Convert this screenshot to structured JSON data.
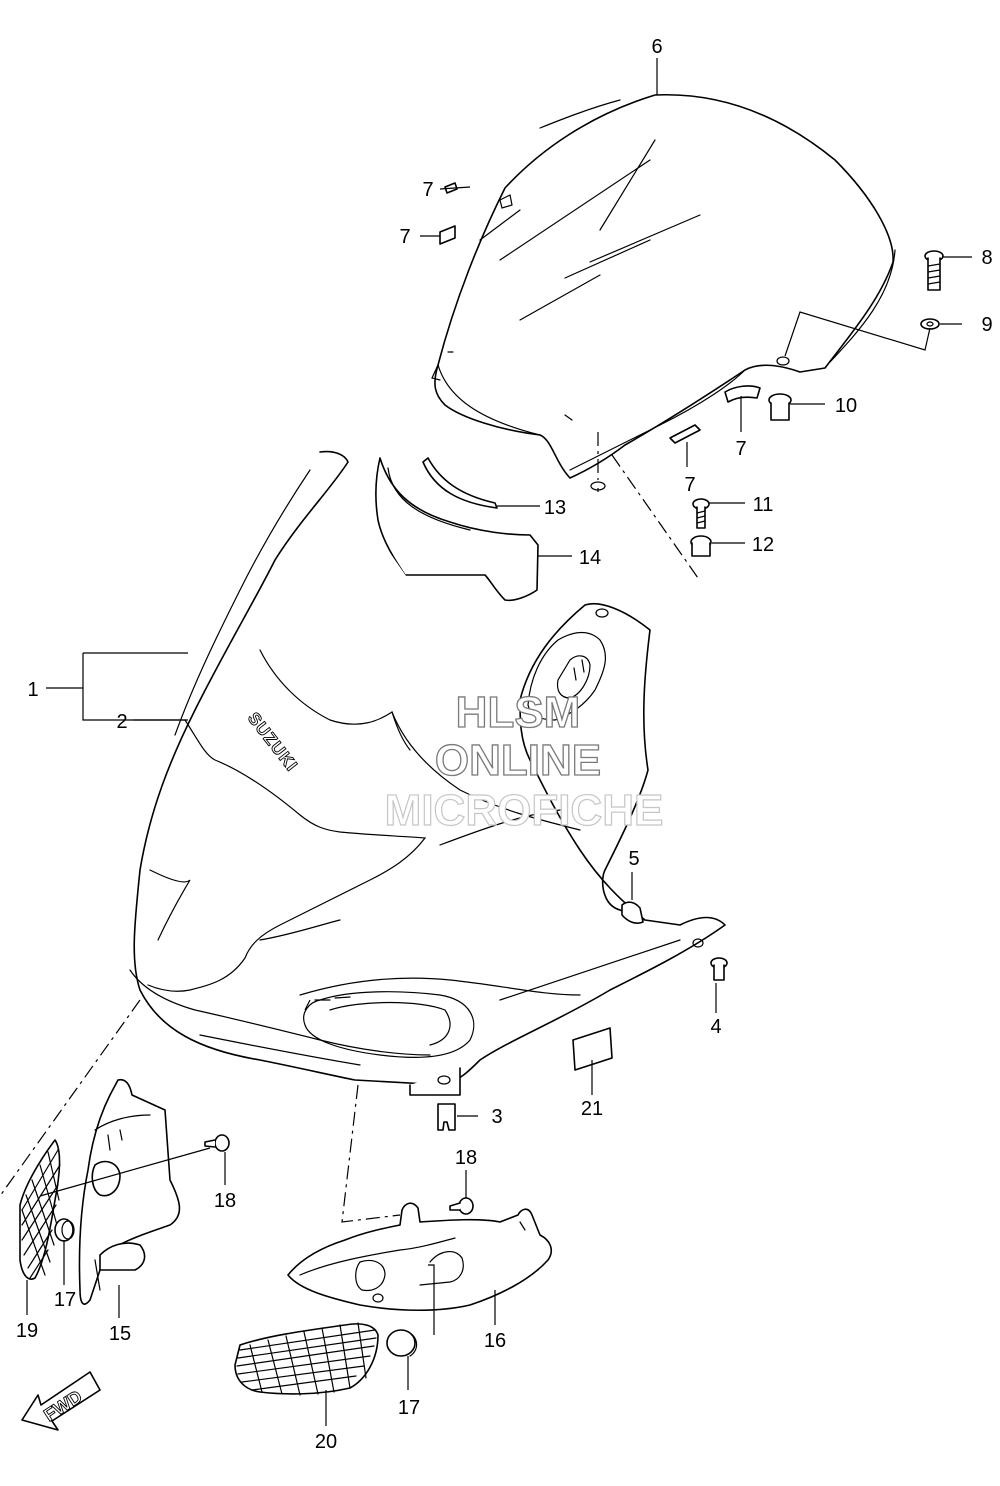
{
  "diagram": {
    "callouts": [
      {
        "id": "c1",
        "text": "1"
      },
      {
        "id": "c2",
        "text": "2"
      },
      {
        "id": "c3",
        "text": "3"
      },
      {
        "id": "c4",
        "text": "4"
      },
      {
        "id": "c5",
        "text": "5"
      },
      {
        "id": "c6",
        "text": "6"
      },
      {
        "id": "c7a",
        "text": "7"
      },
      {
        "id": "c7b",
        "text": "7"
      },
      {
        "id": "c7c",
        "text": "7"
      },
      {
        "id": "c7d",
        "text": "7"
      },
      {
        "id": "c8",
        "text": "8"
      },
      {
        "id": "c9",
        "text": "9"
      },
      {
        "id": "c10",
        "text": "10"
      },
      {
        "id": "c11",
        "text": "11"
      },
      {
        "id": "c12",
        "text": "12"
      },
      {
        "id": "c13",
        "text": "13"
      },
      {
        "id": "c14",
        "text": "14"
      },
      {
        "id": "c15",
        "text": "15"
      },
      {
        "id": "c16",
        "text": "16"
      },
      {
        "id": "c17a",
        "text": "17"
      },
      {
        "id": "c17b",
        "text": "17"
      },
      {
        "id": "c18a",
        "text": "18"
      },
      {
        "id": "c18b",
        "text": "18"
      },
      {
        "id": "c19",
        "text": "19"
      },
      {
        "id": "c20",
        "text": "20"
      },
      {
        "id": "c21",
        "text": "21"
      }
    ],
    "brand_logo": "SUZUKI",
    "fwd_label": "FWD"
  },
  "watermark": {
    "line1": "HLSM",
    "line2": "ONLINE",
    "line3": "MICROFICHE"
  }
}
